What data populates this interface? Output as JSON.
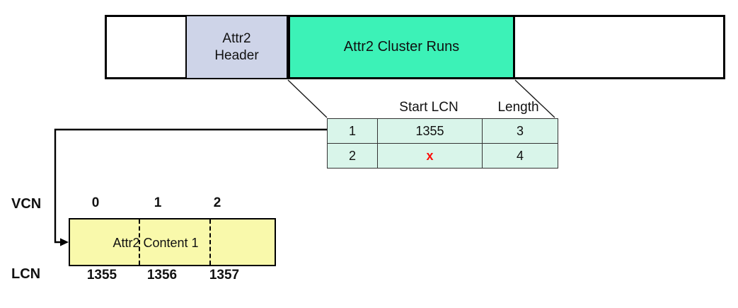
{
  "diagram": {
    "bar": {
      "header_label": "Attr2\nHeader",
      "cluster_label": "Attr2 Cluster Runs"
    },
    "runlist": {
      "headers": [
        "Start LCN",
        "Length"
      ],
      "rows": [
        {
          "run": "1",
          "start_lcn": "1355",
          "length": "3"
        },
        {
          "run": "2",
          "start_lcn": "x",
          "length": "4"
        }
      ]
    },
    "vcn": {
      "label": "VCN",
      "ticks": [
        "0",
        "1",
        "2"
      ]
    },
    "content": {
      "label": "Attr2 Content 1"
    },
    "lcn": {
      "label": "LCN",
      "ticks": [
        "1355",
        "1356",
        "1357"
      ]
    }
  },
  "colors": {
    "header_fill": "#ced4e8",
    "cluster_fill": "#3cf2b7",
    "table_fill": "#d9f5ea",
    "content_fill": "#f9f9ab",
    "invalid_mark": "#fb0f0c"
  }
}
